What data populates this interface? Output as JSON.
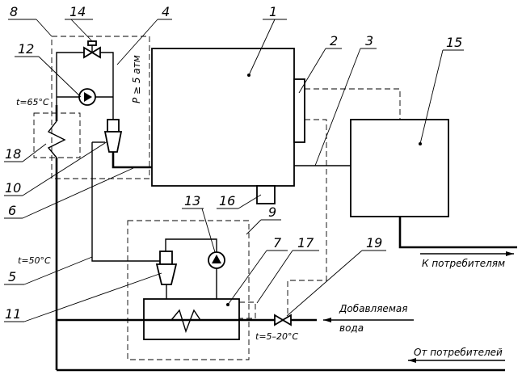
{
  "callouts": {
    "n1": "1",
    "n2": "2",
    "n3": "3",
    "n4": "4",
    "n5": "5",
    "n6": "6",
    "n7": "7",
    "n8": "8",
    "n9": "9",
    "n10": "10",
    "n11": "11",
    "n12": "12",
    "n13": "13",
    "n14": "14",
    "n15": "15",
    "n16": "16",
    "n17": "17",
    "n18": "18",
    "n19": "19"
  },
  "labels": {
    "temp_65": "t=65°C",
    "temp_50": "t=50°C",
    "temp_5_20": "t=5–20°C",
    "pressure": "P ≥ 5 атм",
    "to_consumers": "К потребителям",
    "added_water_1": "Добавляемая",
    "added_water_2": "вода",
    "from_consumers": "От потребителей"
  }
}
